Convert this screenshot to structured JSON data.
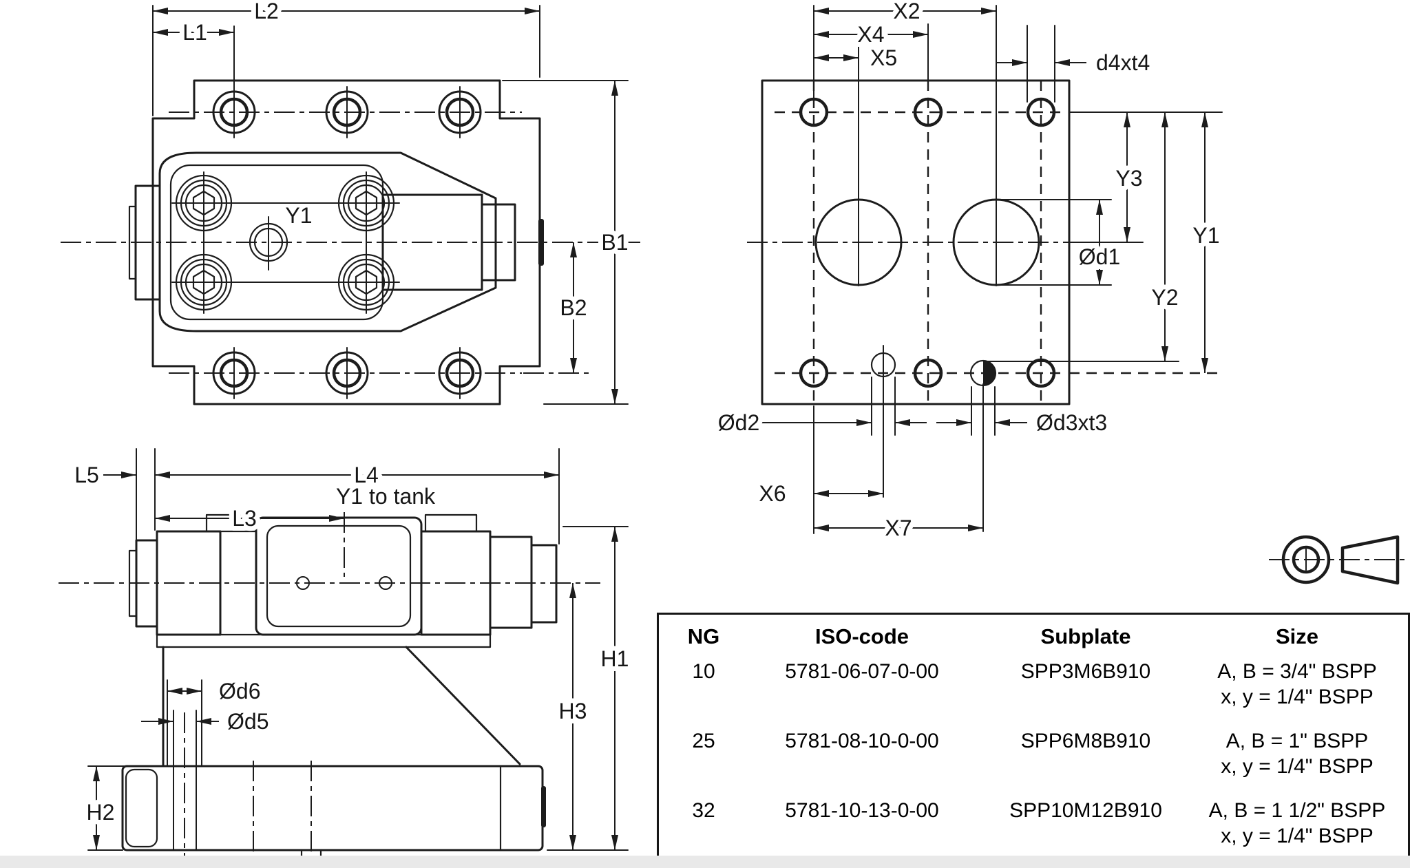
{
  "v1": {
    "l2": "L2",
    "l1": "L1",
    "b1": "B1",
    "b2": "B2",
    "y1": "Y1"
  },
  "v2": {
    "x2": "X2",
    "x4": "X4",
    "x5": "X5",
    "d4": "d4xt4",
    "y3": "Y3",
    "y2": "Y2",
    "y1": "Y1",
    "d1": "Ød1",
    "d2": "Ød2",
    "d3": "Ød3xt3",
    "x6": "X6",
    "x7": "X7"
  },
  "v3": {
    "l5": "L5",
    "l4": "L4",
    "l3": "L3",
    "tank": "Y1 to tank",
    "d6": "Ød6",
    "d5": "Ød5",
    "h1": "H1",
    "h3": "H3",
    "h2": "H2"
  },
  "table": {
    "headers": [
      "NG",
      "ISO-code",
      "Subplate",
      "Size"
    ],
    "rows": [
      {
        "ng": "10",
        "iso": "5781-06-07-0-00",
        "subplate": "SPP3M6B910",
        "size_ab": "A, B = 3/4\" BSPP",
        "size_xy": "x, y = 1/4\" BSPP"
      },
      {
        "ng": "25",
        "iso": "5781-08-10-0-00",
        "subplate": "SPP6M8B910",
        "size_ab": "A, B = 1\" BSPP",
        "size_xy": "x, y = 1/4\" BSPP"
      },
      {
        "ng": "32",
        "iso": "5781-10-13-0-00",
        "subplate": "SPP10M12B910",
        "size_ab": "A, B = 1 1/2\" BSPP",
        "size_xy": "x, y = 1/4\" BSPP"
      }
    ]
  },
  "colors": {
    "line": "#1c1c1c",
    "background": "#ffffff",
    "footer_strip": "#e9e9e9"
  }
}
